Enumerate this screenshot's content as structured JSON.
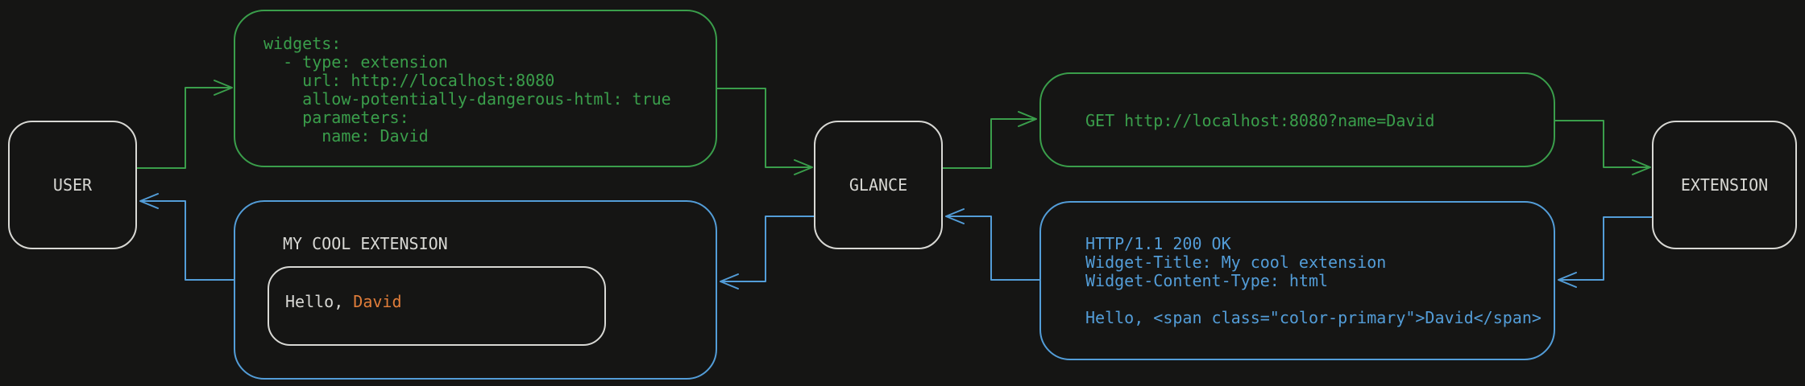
{
  "colors": {
    "background": "#151514",
    "green": "#3a9e4b",
    "blue": "#539dd8",
    "orange": "#e07d3a",
    "node-border": "#d8d8d4",
    "text-light": "#d8d8d4"
  },
  "nodes": {
    "user": {
      "label": "USER"
    },
    "glance": {
      "label": "GLANCE"
    },
    "extension": {
      "label": "EXTENSION"
    }
  },
  "messages": {
    "config": {
      "code": "widgets:\n  - type: extension\n    url: http://localhost:8080\n    allow-potentially-dangerous-html: true\n    parameters:\n      name: David"
    },
    "request": {
      "code": "GET http://localhost:8080?name=David"
    },
    "response": {
      "code": "HTTP/1.1 200 OK\nWidget-Title: My cool extension\nWidget-Content-Type: html\n\nHello, <span class=\"color-primary\">David</span>"
    },
    "widget_preview": {
      "title": "MY COOL EXTENSION",
      "greeting_prefix": "Hello, ",
      "greeting_name": "David"
    }
  }
}
